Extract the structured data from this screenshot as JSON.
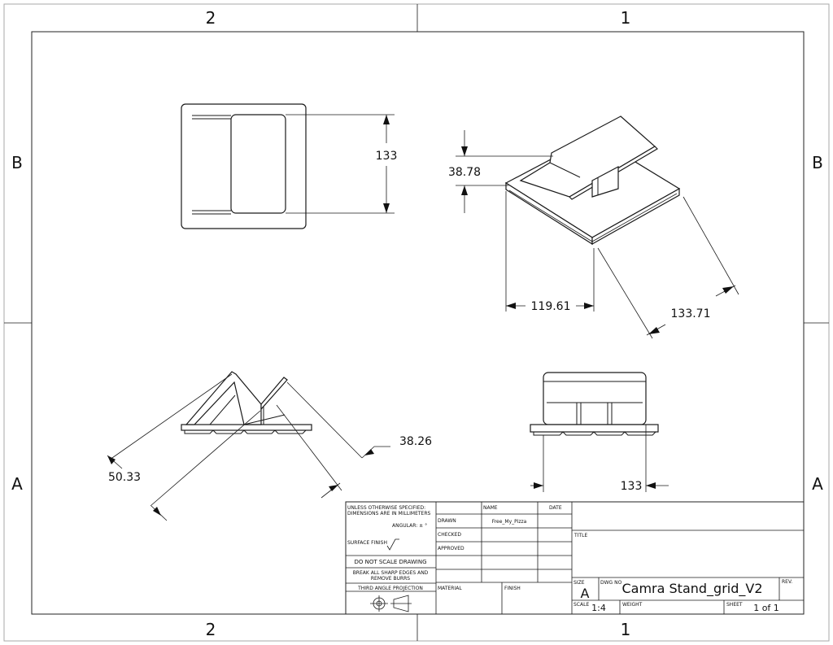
{
  "zones": {
    "top_left": "2",
    "top_right": "1",
    "bottom_left": "2",
    "bottom_right": "1",
    "left_upper": "B",
    "left_lower": "A",
    "right_upper": "B",
    "right_lower": "A"
  },
  "dimensions": {
    "top_view_width": "133",
    "iso_height": "38.78",
    "iso_width": "119.61",
    "iso_depth": "133.71",
    "side_depth": "38.26",
    "side_length": "50.33",
    "front_width": "133"
  },
  "title_block": {
    "notes_line1": "UNLESS OTHERWISE SPECIFIED:",
    "notes_line2": "DIMENSIONS ARE IN MILLIMETERS",
    "angular": "ANGULAR: ± °",
    "surface_finish": "SURFACE FINISH",
    "do_not_scale": "DO NOT SCALE DRAWING",
    "burrs_line1": "BREAK ALL SHARP EDGES AND",
    "burrs_line2": "REMOVE BURRS",
    "projection": "THIRD ANGLE PROJECTION",
    "col_name": "NAME",
    "col_date": "DATE",
    "drawn_label": "DRAWN",
    "drawn_name": "Free_My_Pizza",
    "checked_label": "CHECKED",
    "approved_label": "APPROVED",
    "material_label": "MATERIAL",
    "finish_label": "FINISH",
    "title_label": "TITLE",
    "size_label": "SIZE",
    "size_value": "A",
    "dwg_no_label": "DWG NO",
    "dwg_title": "Camra Stand_grid_V2",
    "rev_label": "REV.",
    "scale_label": "SCALE",
    "scale_value": "1:4",
    "weight_label": "WEIGHT",
    "sheet_label": "SHEET",
    "sheet_value": "1 of 1"
  }
}
